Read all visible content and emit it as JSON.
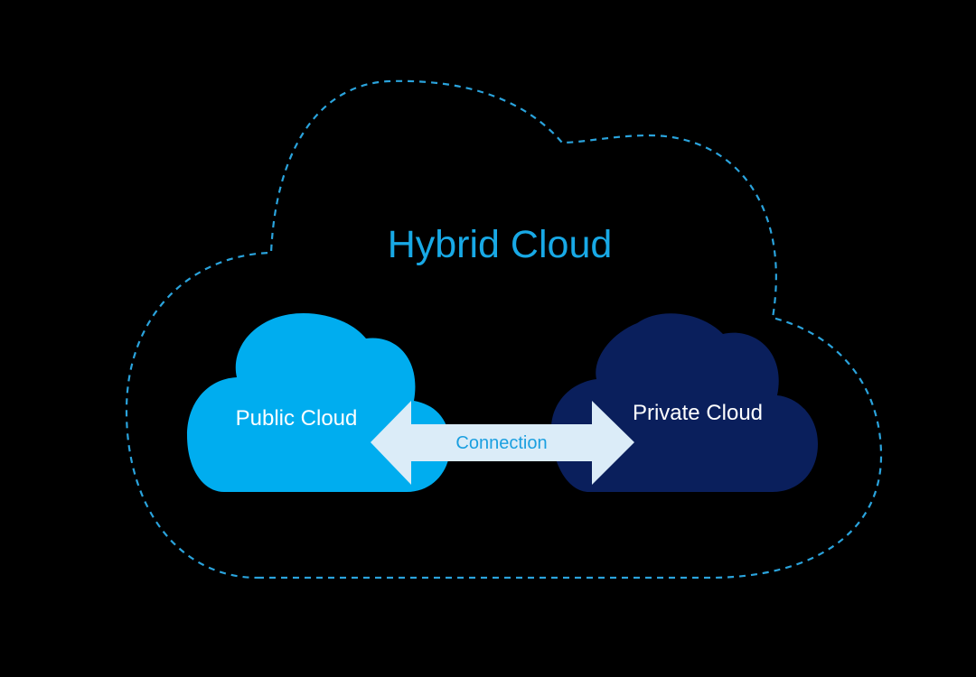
{
  "diagram": {
    "title": "Hybrid Cloud",
    "public_cloud": {
      "label": "Public Cloud"
    },
    "private_cloud": {
      "label": "Private Cloud"
    },
    "connection": {
      "label": "Connection"
    }
  },
  "colors": {
    "background": "#000000",
    "outline": "#2aa3dc",
    "title": "#18a9e6",
    "public_cloud": "#00adef",
    "private_cloud": "#0a1f5c",
    "arrow_fill": "#dbecf8",
    "arrow_text": "#1a9fe0",
    "cloud_text": "#ffffff"
  }
}
